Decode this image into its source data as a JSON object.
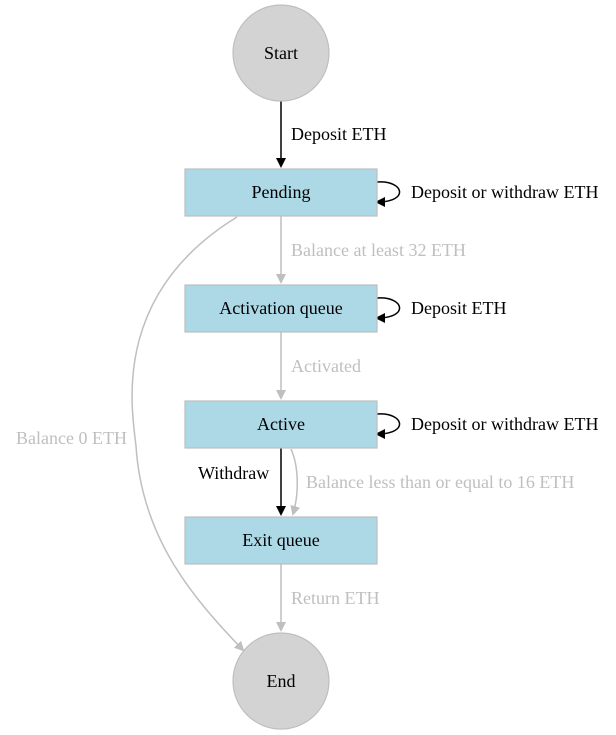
{
  "colors": {
    "state_fill": "#add8e6",
    "terminal_fill": "#d3d3d3",
    "node_stroke": "#bfbfbf",
    "text": "#000000",
    "muted": "#bfbfbf"
  },
  "nodes": {
    "start": "Start",
    "pending": "Pending",
    "activation_queue": "Activation queue",
    "active": "Active",
    "exit_queue": "Exit queue",
    "end": "End"
  },
  "edges": {
    "start_to_pending": "Deposit ETH",
    "pending_self": "Deposit or withdraw ETH",
    "pending_to_queue": "Balance at least 32 ETH",
    "queue_self": "Deposit ETH",
    "queue_to_active": "Activated",
    "active_self": "Deposit or withdraw ETH",
    "active_withdraw": "Withdraw",
    "active_balance_low": "Balance less than or equal to 16 ETH",
    "exit_to_end": "Return ETH",
    "pending_to_end": "Balance 0 ETH"
  }
}
